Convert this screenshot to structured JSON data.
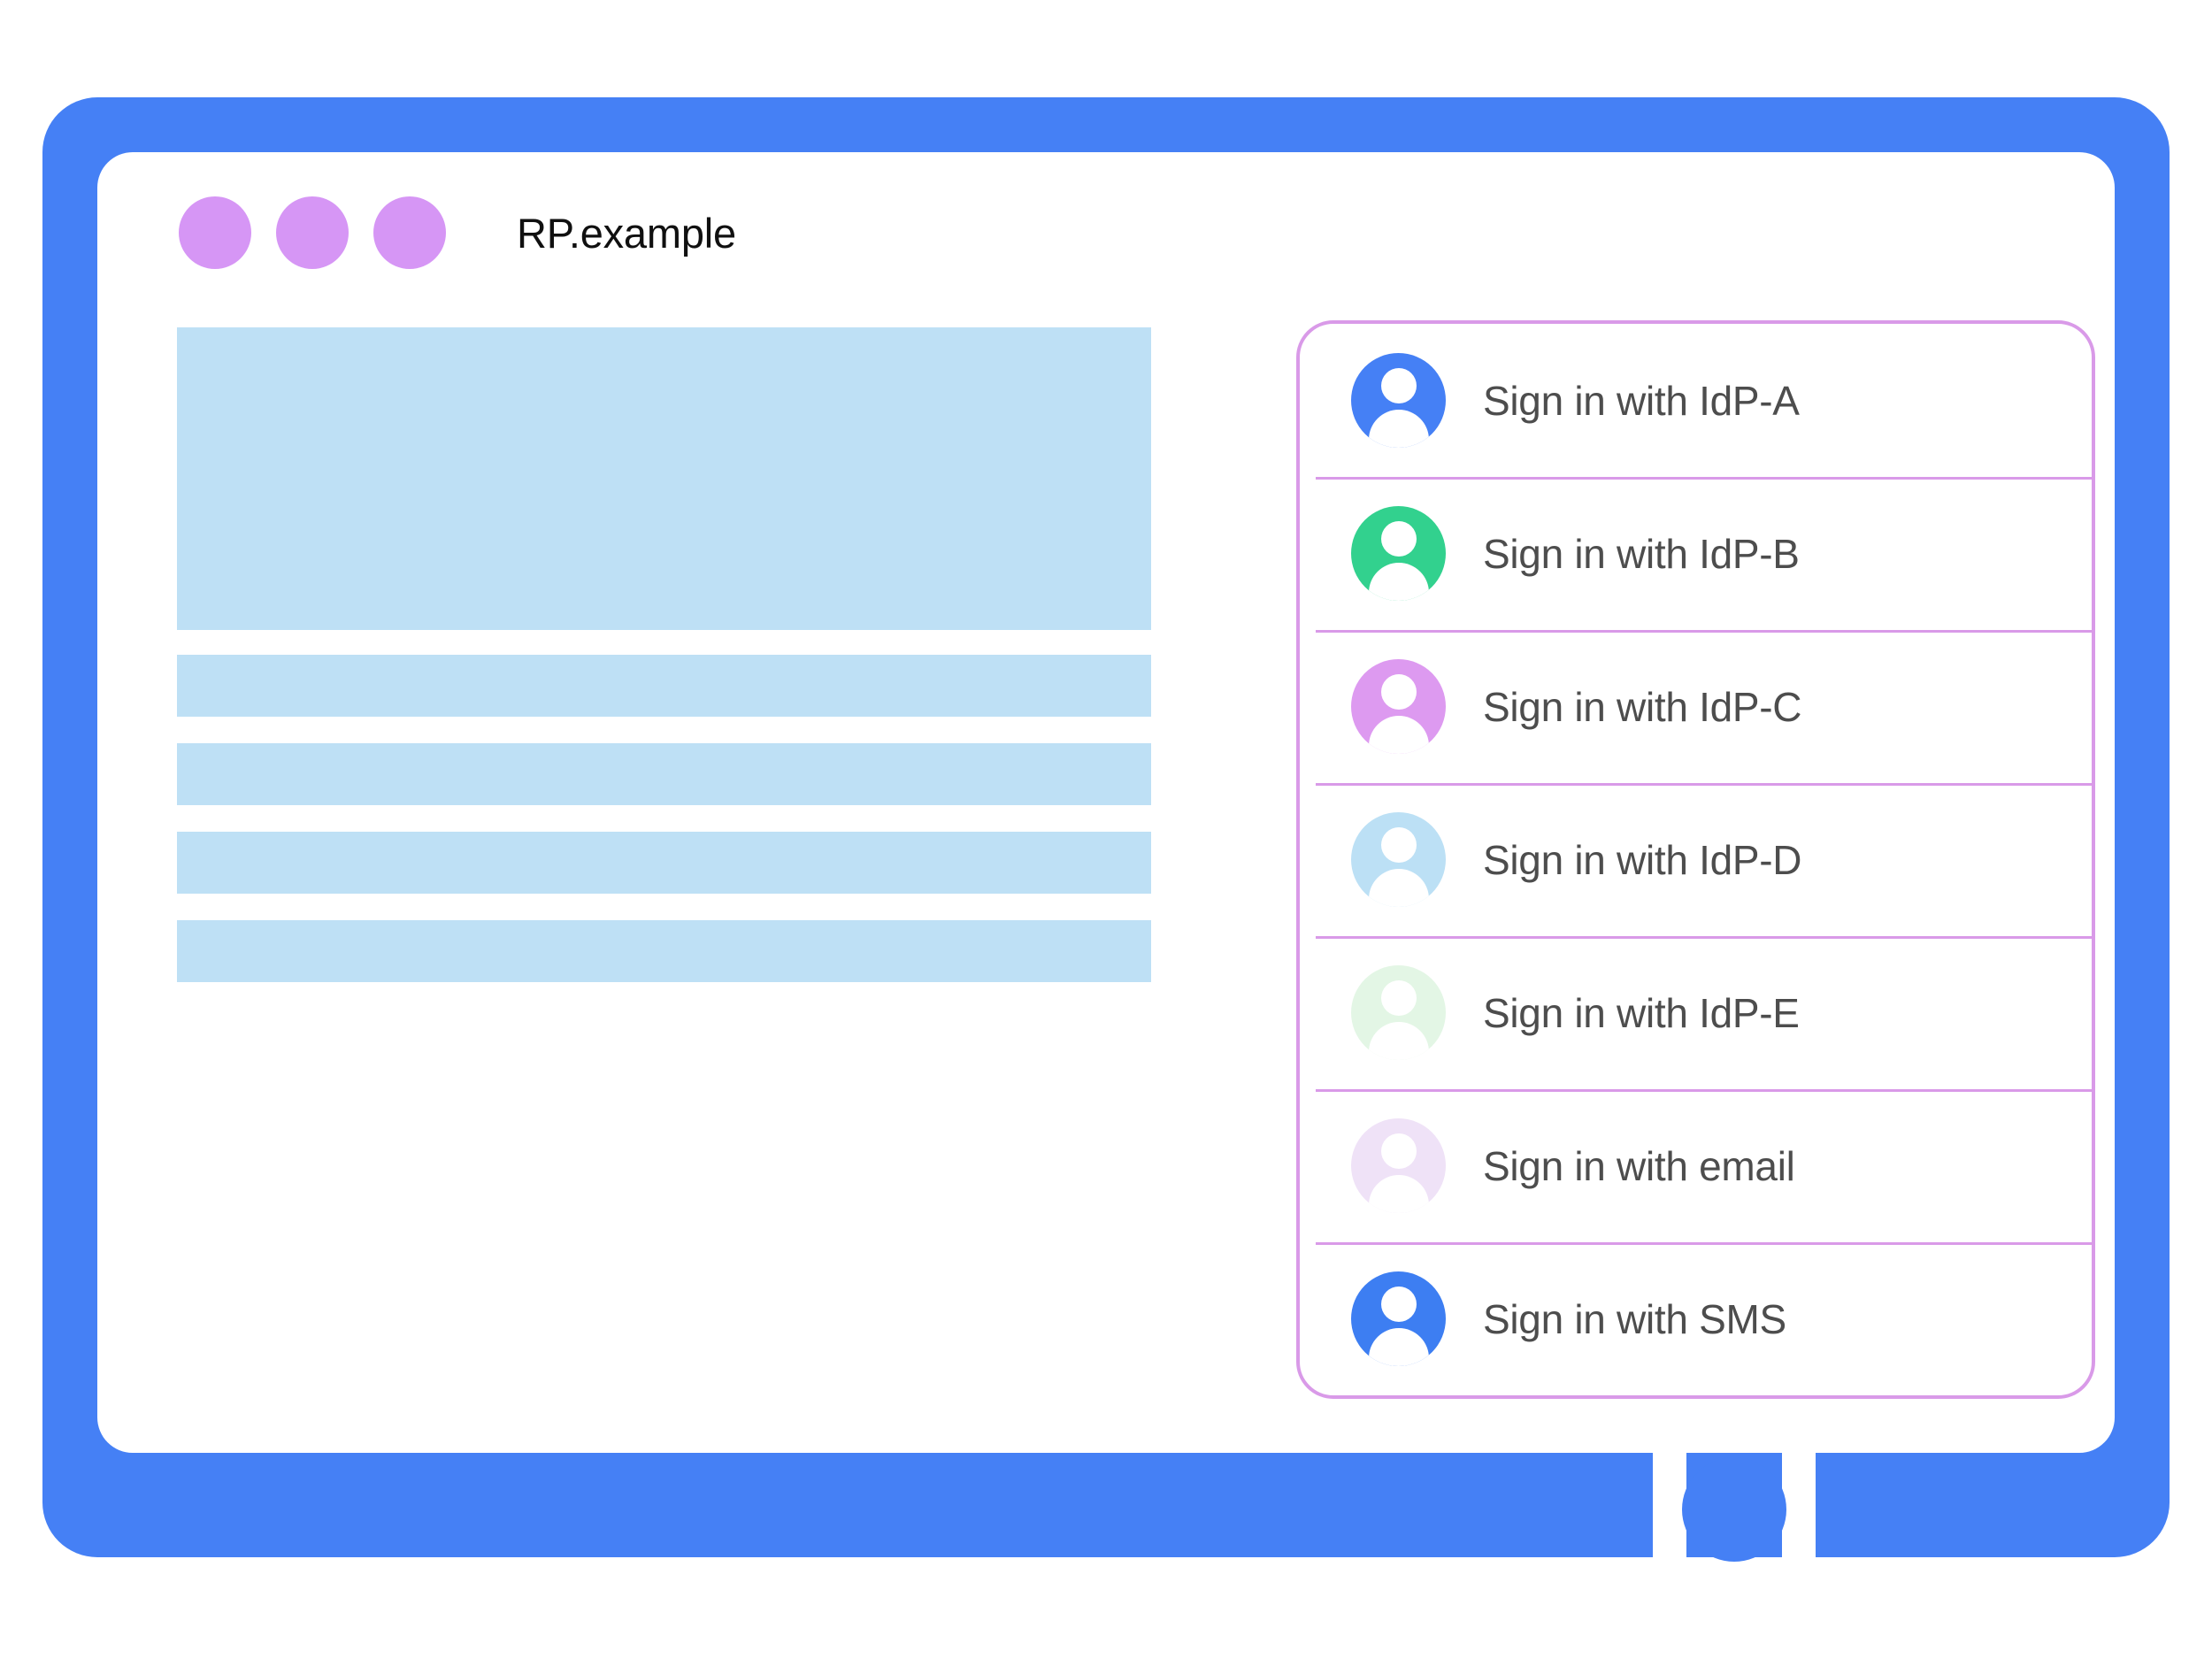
{
  "colors": {
    "frame_blue": "#4580F5",
    "title_dot_purple": "#D696F5",
    "placeholder_blue": "#BEE0F5",
    "card_border": "#D99AE8",
    "label_text": "#4d4d4d",
    "title_text": "#101010"
  },
  "browser": {
    "title": "RP.example",
    "dots": [
      "dot-1",
      "dot-2",
      "dot-3"
    ]
  },
  "main_content": {
    "placeholders": [
      {
        "name": "hero-placeholder",
        "kind": "hero"
      },
      {
        "name": "text-bar-1",
        "kind": "bar"
      },
      {
        "name": "text-bar-2",
        "kind": "bar"
      },
      {
        "name": "text-bar-3",
        "kind": "bar"
      },
      {
        "name": "text-bar-4",
        "kind": "bar"
      }
    ]
  },
  "signin_card": {
    "options": [
      {
        "label": "Sign in with IdP-A",
        "avatar_color": "#4580F5"
      },
      {
        "label": "Sign in with IdP-B",
        "avatar_color": "#32D18E"
      },
      {
        "label": "Sign in with IdP-C",
        "avatar_color": "#DD9AF0"
      },
      {
        "label": "Sign in with IdP-D",
        "avatar_color": "#BCE0F5"
      },
      {
        "label": "Sign in with IdP-E",
        "avatar_color": "#E3F6E5"
      },
      {
        "label": "Sign in with email",
        "avatar_color": "#EFE2F7"
      },
      {
        "label": "Sign in with SMS",
        "avatar_color": "#3D7EF2"
      }
    ]
  },
  "device": {
    "home_button": "home-button"
  }
}
